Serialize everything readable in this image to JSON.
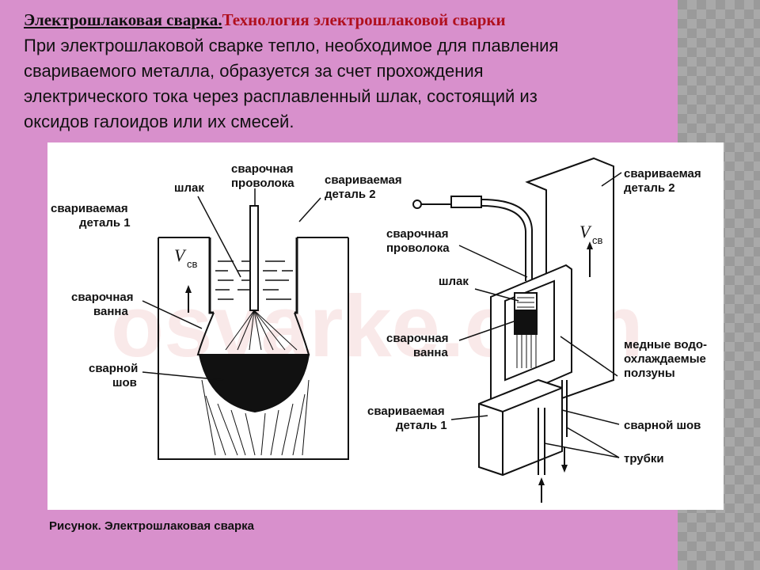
{
  "slide": {
    "title_main": "Электрошлаковая сварка",
    "title_dot": ".",
    "title_sub": "Технология электрошлаковой сварки",
    "body_lines": [
      "При электрошлаковой сварке тепло, необходимое для плавления",
      "свариваемого металла, образуется за счет прохождения",
      "электрического тока через расплавленный шлак, состоящий из",
      "оксидов галоидов или их смесей."
    ],
    "caption": "Рисунок. Электрошлаковая сварка",
    "watermark": "osvarke.com"
  },
  "left_diagram": {
    "labels": {
      "slag": "шлак",
      "wire_1": "сварочная",
      "wire_2": "проволока",
      "part2_1": "свариваемая",
      "part2_2": "деталь 2",
      "part1_1": "свариваемая",
      "part1_2": "деталь 1",
      "velocity": "V",
      "velocity_sub": "св",
      "pool_1": "сварочная",
      "pool_2": "ванна",
      "seam_1": "сварной",
      "seam_2": "шов"
    }
  },
  "right_diagram": {
    "labels": {
      "part2_1": "свариваемая",
      "part2_2": "деталь 2",
      "velocity": "V",
      "velocity_sub": "св",
      "wire_1": "сварочная",
      "wire_2": "проволока",
      "slag": "шлак",
      "pool_1": "сварочная",
      "pool_2": "ванна",
      "sliders_1": "медные водо-",
      "sliders_2": "охлаждаемые",
      "sliders_3": "ползуны",
      "part1_1": "свариваемая",
      "part1_2": "деталь 1",
      "seam": "сварной шов",
      "tubes": "трубки"
    }
  },
  "colors": {
    "title_sub": "#b0101e",
    "panel": "#d890cc",
    "strip": "#9a9a9a"
  }
}
